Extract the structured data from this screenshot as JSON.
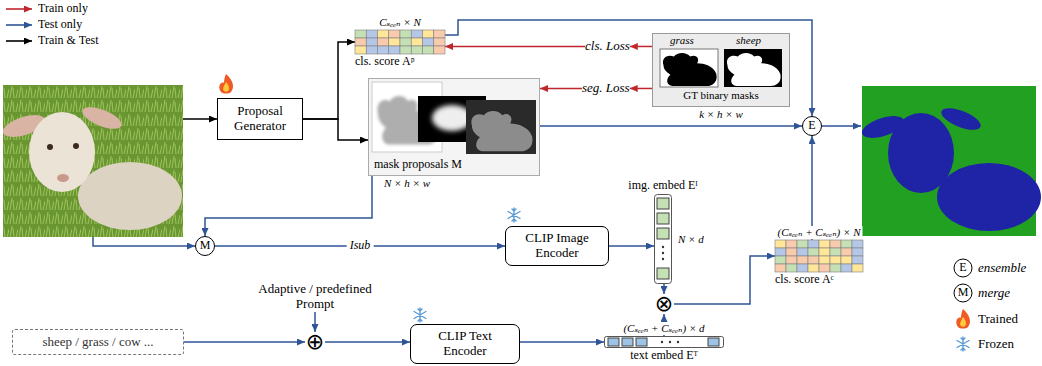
{
  "diagram": {
    "nodes": [
      {
        "text": [
          "Proposal Generator"
        ]
      },
      {
        "text": [
          "Cₛₑₑₙ × N",
          "cls. score Aᵖ"
        ]
      },
      {
        "text": [
          "cls. Loss"
        ]
      },
      {
        "text": [
          "seg. Loss"
        ]
      },
      {
        "text": [
          "grass",
          "sheep",
          "GT binary masks",
          "k × h × w"
        ]
      },
      {
        "text": [
          "mask proposals M",
          "N × h × w"
        ]
      },
      {
        "text": [
          "E"
        ]
      },
      {
        "text": [
          "M"
        ]
      },
      {
        "text": [
          "CLIP Image Encoder"
        ]
      },
      {
        "text": [
          "img. embed Eᴵ",
          "N × d"
        ]
      },
      {
        "text": [
          "⊗"
        ]
      },
      {
        "text": [
          "(Cₛₑₑₙ + Cₛₑₑₙ) × N",
          "cls. score Aᶜ"
        ]
      },
      {
        "text": [
          "Adaptive / predefined Prompt"
        ]
      },
      {
        "text": [
          "sheep / grass / cow ..."
        ]
      },
      {
        "text": [
          "⊕"
        ]
      },
      {
        "text": [
          "CLIP Text Encoder"
        ]
      },
      {
        "text": [
          "(Cₛₑₑₙ + Cₛₑₑₙ) × d",
          "text embed Eᵀ"
        ]
      }
    ],
    "edges": [
      {
        "from": 0,
        "to": 1,
        "arrow": "to"
      },
      {
        "from": 0,
        "to": 5,
        "arrow": "to"
      },
      {
        "from": 4,
        "to": 2,
        "arrow": "to"
      },
      {
        "from": 2,
        "to": 1,
        "arrow": "to"
      },
      {
        "from": 4,
        "to": 3,
        "arrow": "to"
      },
      {
        "from": 3,
        "to": 5,
        "arrow": "to"
      },
      {
        "from": 1,
        "to": 6,
        "arrow": "to"
      },
      {
        "from": 5,
        "to": 6,
        "arrow": "to"
      },
      {
        "from": 5,
        "to": 7,
        "arrow": "to"
      },
      {
        "from": 7,
        "to": 8,
        "label": "Isub",
        "arrow": "to"
      },
      {
        "from": 8,
        "to": 9,
        "arrow": "to"
      },
      {
        "from": 9,
        "to": 10,
        "arrow": "to"
      },
      {
        "from": 16,
        "to": 10,
        "arrow": "to"
      },
      {
        "from": 10,
        "to": 11,
        "arrow": "to"
      },
      {
        "from": 11,
        "to": 6,
        "arrow": "to"
      },
      {
        "from": 12,
        "to": 14,
        "arrow": "to"
      },
      {
        "from": 13,
        "to": 14,
        "arrow": "to"
      },
      {
        "from": 14,
        "to": 15,
        "arrow": "to"
      },
      {
        "from": 15,
        "to": 16,
        "arrow": "to"
      }
    ],
    "labels": [
      "E",
      "M"
    ],
    "legend": [
      {
        "text": "Train only"
      },
      {
        "text": "Test only"
      },
      {
        "text": "Train & Test"
      },
      {
        "text": "ensemble"
      },
      {
        "text": "merge"
      },
      {
        "text": "Trained"
      },
      {
        "text": "Frozen"
      }
    ]
  }
}
